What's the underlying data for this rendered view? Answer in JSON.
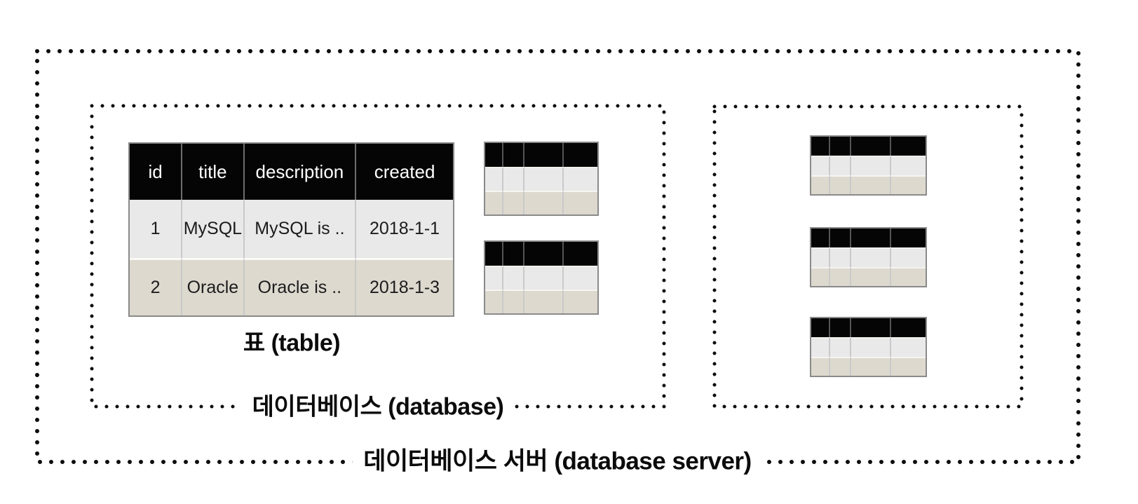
{
  "diagram": {
    "server_box_label": "데이터베이스 서버 (database server)",
    "database_box_label": "데이터베이스 (database)",
    "table_label": "표 (table)"
  },
  "main_table": {
    "headers": [
      "id",
      "title",
      "description",
      "created"
    ],
    "rows": [
      [
        "1",
        "MySQL",
        "MySQL is ..",
        "2018-1-1"
      ],
      [
        "2",
        "Oracle",
        "Oracle is ..",
        "2018-1-3"
      ]
    ]
  },
  "placeholder_tables": {
    "left_database_count": 2,
    "right_database_count": 3
  },
  "colors": {
    "header_bg": "#050505",
    "header_text": "#ffffff",
    "row_light": "#e9e9e9",
    "row_beige": "#ddd9cf",
    "border_gray": "#8a8a8a",
    "dot_color": "#0d0d0d",
    "body_text": "#1c1c1c"
  }
}
